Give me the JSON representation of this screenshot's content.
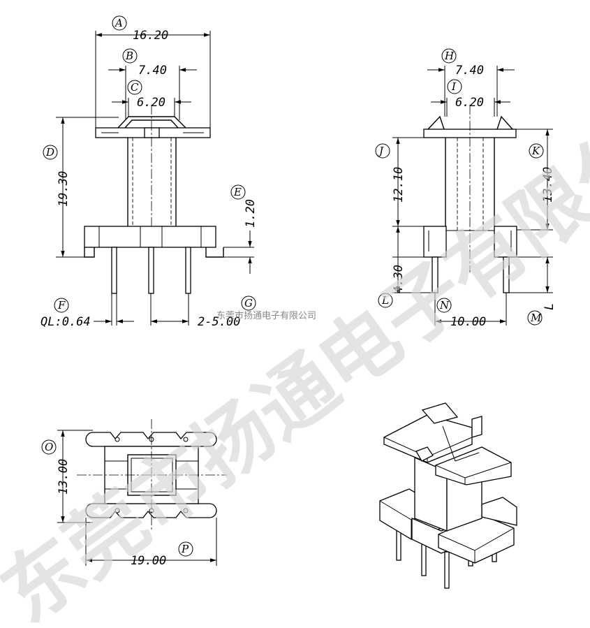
{
  "dimensions": {
    "A": "16.20",
    "B": "7.40",
    "C": "6.20",
    "D": "19.30",
    "E": "1.20",
    "F": "QL:0.64",
    "G": "2-5.00",
    "H": "7.40",
    "I": "6.20",
    "J": "12.10",
    "K": "13.40",
    "L": "4.30",
    "M": "L",
    "N": "10.00",
    "O": "13.00",
    "P": "19.00"
  },
  "labels": [
    "A",
    "B",
    "C",
    "D",
    "E",
    "F",
    "G",
    "H",
    "I",
    "J",
    "K",
    "L",
    "M",
    "N",
    "O",
    "P"
  ],
  "watermark": {
    "large": "东莞市扬通电子有限公司",
    "small": "东莞市扬通电子有限公司"
  }
}
